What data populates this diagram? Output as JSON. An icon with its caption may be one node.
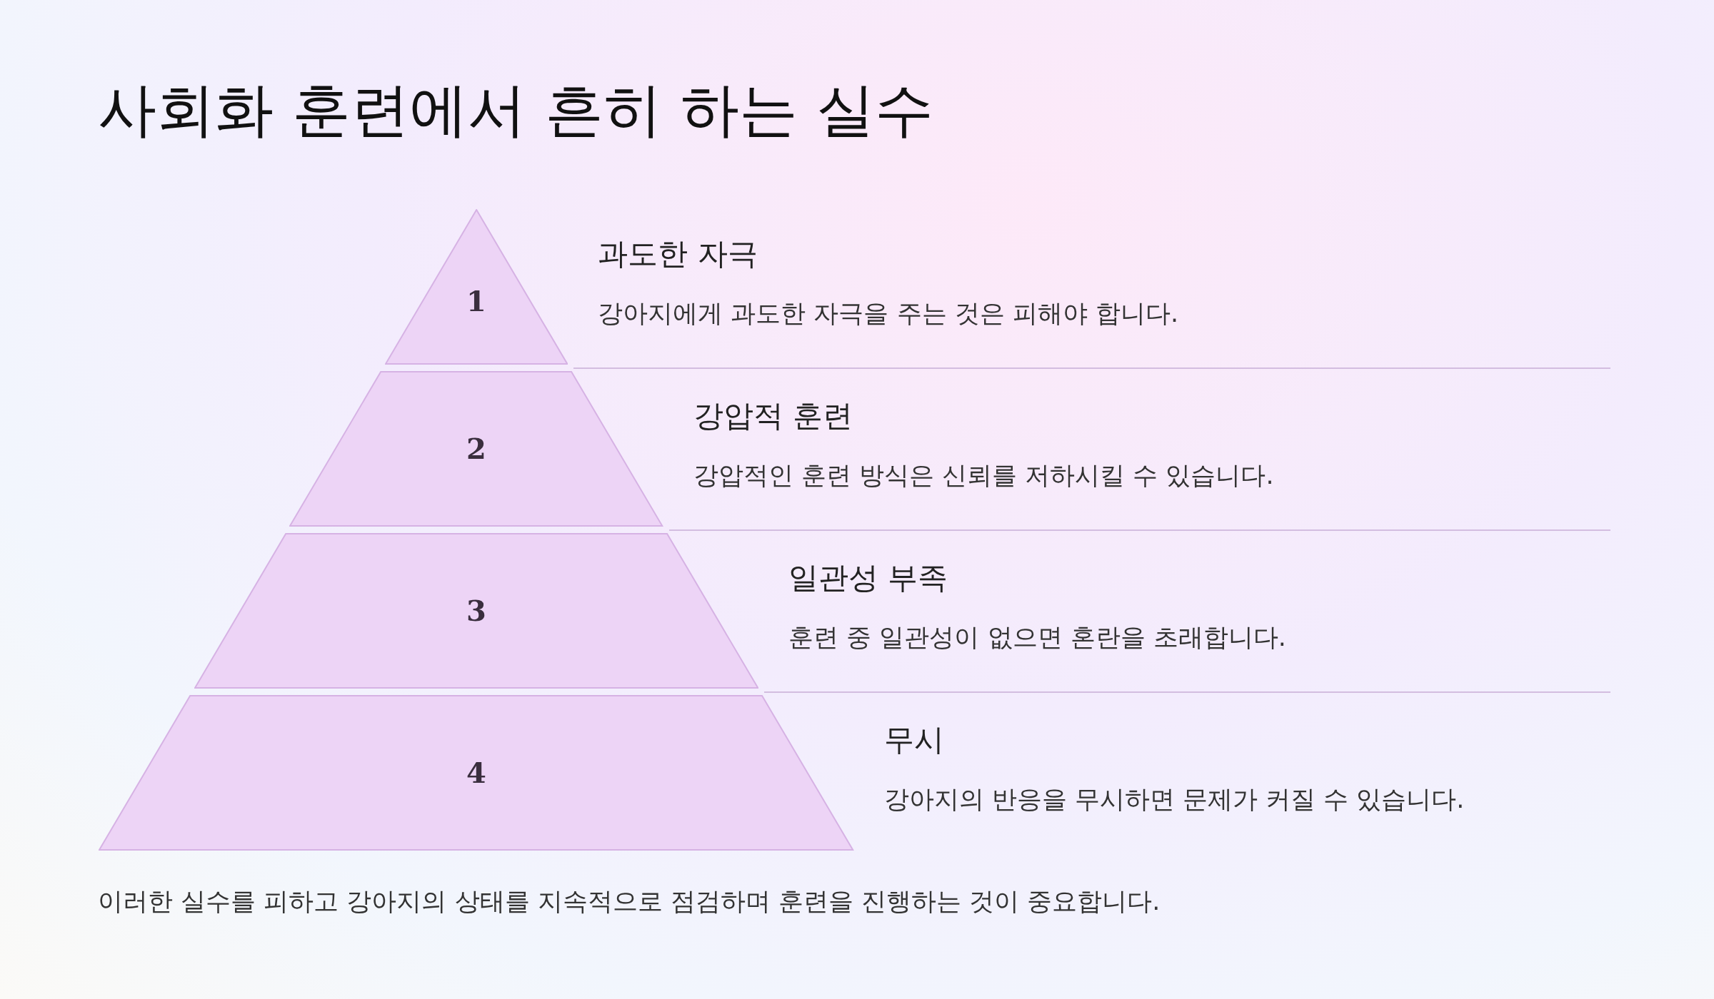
{
  "diagram": {
    "title": "사회화 훈련에서 흔히 하는 실수",
    "caption": "이러한 실수를 피하고 강아지의 상태를 지속적으로 점검하며 훈련을 진행하는 것이 중요합니다.",
    "nodes": [
      {
        "text": [
          "1"
        ],
        "beside": [
          "과도한 자극",
          "강아지에게 과도한 자극을 주는 것은 피해야 합니다."
        ]
      },
      {
        "text": [
          "2"
        ],
        "beside": [
          "강압적 훈련",
          "강압적인 훈련 방식은 신뢰를 저하시킬 수 있습니다."
        ]
      },
      {
        "text": [
          "3"
        ],
        "beside": [
          "일관성 부족",
          "훈련 중 일관성이 없으면 혼란을 초래합니다."
        ]
      },
      {
        "text": [
          "4"
        ],
        "beside": [
          "무시",
          "강아지의 반응을 무시하면 문제가 커질 수 있습니다."
        ]
      }
    ]
  }
}
